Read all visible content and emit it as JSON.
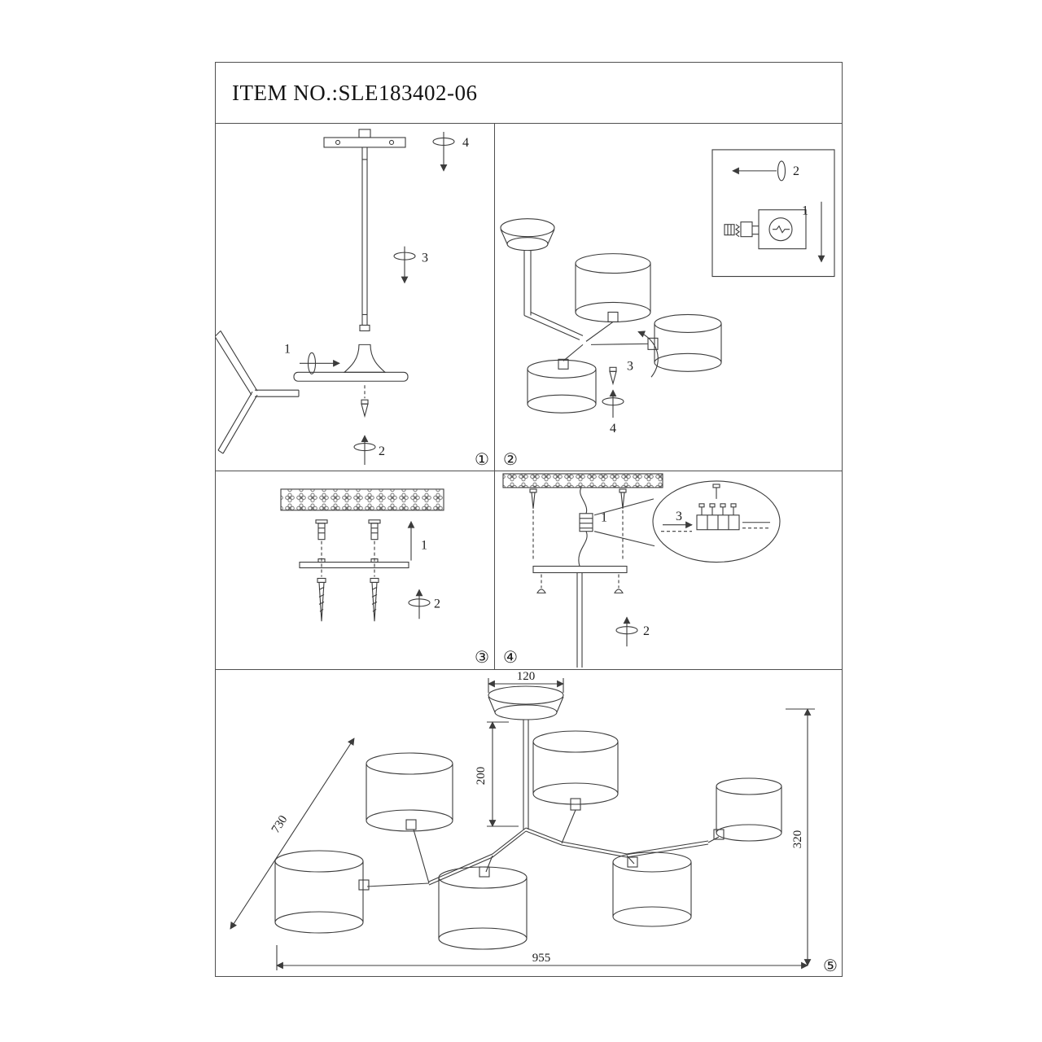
{
  "header": {
    "item_no": "ITEM NO.:SLE183402-06"
  },
  "steps": {
    "s1": {
      "badge": "①",
      "c1": "1",
      "c2": "2",
      "c3": "3",
      "c4": "4"
    },
    "s2": {
      "badge": "②",
      "c1": "1",
      "c2": "2",
      "c3": "3",
      "c4": "4"
    },
    "s3": {
      "badge": "③",
      "c1": "1",
      "c2": "2"
    },
    "s4": {
      "badge": "④",
      "c1": "1",
      "c2": "2",
      "c3": "3"
    },
    "s5": {
      "badge": "⑤",
      "dim_canopy_width": "120",
      "dim_drop": "200",
      "dim_diagonal": "730",
      "dim_height": "320",
      "dim_total_width": "955"
    }
  },
  "colors": {
    "line": "#3c3c3c",
    "frame": "#4f4f4f",
    "background": "#ffffff"
  }
}
